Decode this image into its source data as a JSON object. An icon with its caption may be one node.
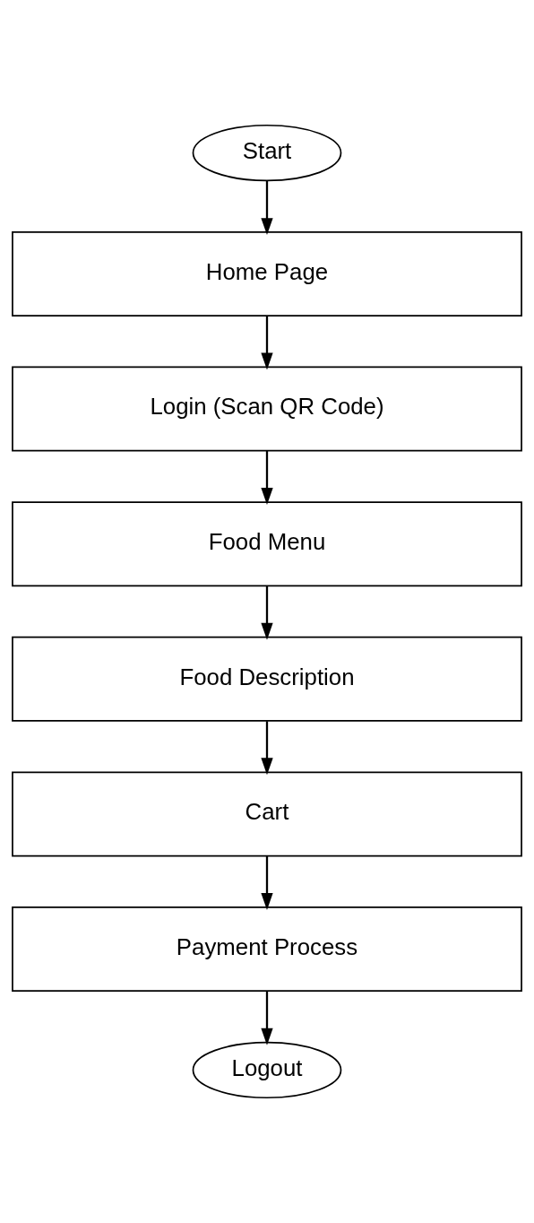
{
  "diagram": {
    "nodes": [
      {
        "text": [
          "Start"
        ]
      },
      {
        "text": [
          "Home Page"
        ]
      },
      {
        "text": [
          "Login (Scan QR Code)"
        ]
      },
      {
        "text": [
          "Food Menu"
        ]
      },
      {
        "text": [
          "Food Description"
        ]
      },
      {
        "text": [
          "Cart"
        ]
      },
      {
        "text": [
          "Payment Process"
        ]
      },
      {
        "text": [
          "Logout"
        ]
      }
    ],
    "edges": [
      {
        "from": 0,
        "to": 1,
        "arrow": "to"
      },
      {
        "from": 1,
        "to": 2,
        "arrow": "to"
      },
      {
        "from": 2,
        "to": 3,
        "arrow": "to"
      },
      {
        "from": 3,
        "to": 4,
        "arrow": "to"
      },
      {
        "from": 4,
        "to": 5,
        "arrow": "to"
      },
      {
        "from": 5,
        "to": 6,
        "arrow": "to"
      },
      {
        "from": 6,
        "to": 7,
        "arrow": "to"
      }
    ]
  }
}
